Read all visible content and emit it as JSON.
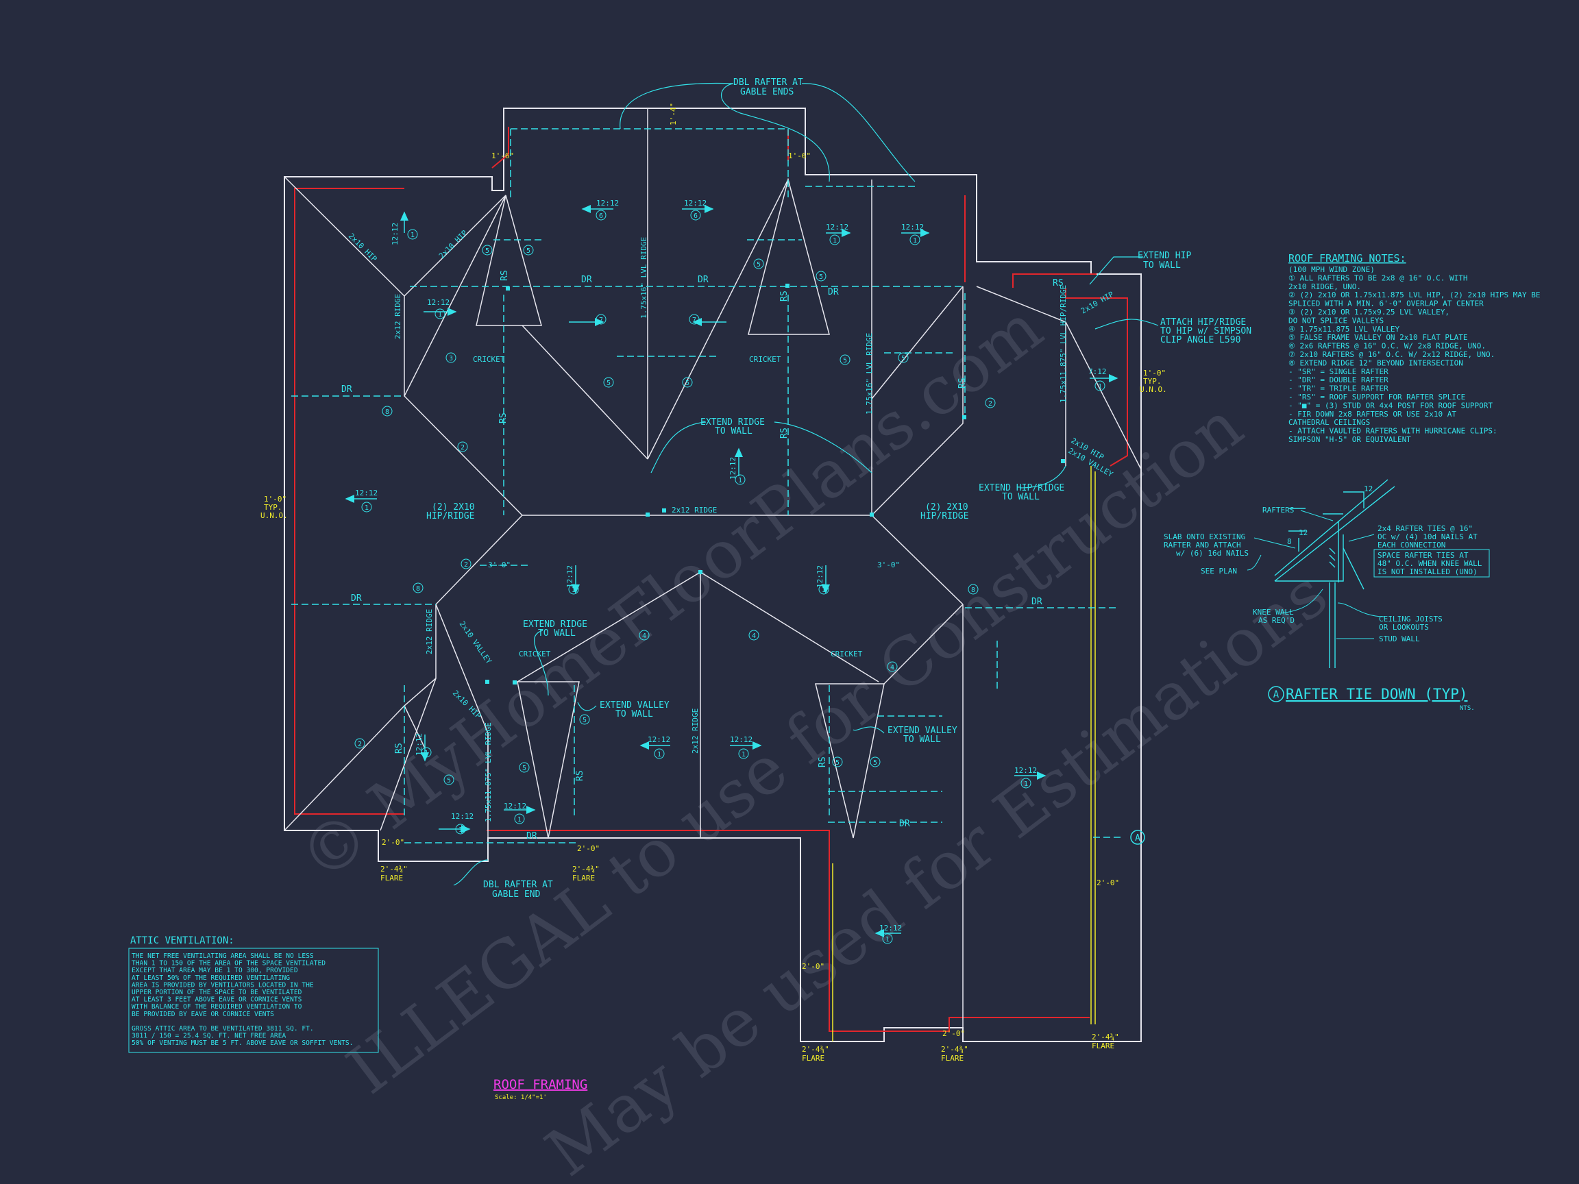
{
  "drawing": {
    "title": "ROOF FRAMING",
    "scale": "Scale: 1/4\"=1'",
    "colors": {
      "background": "#262b3e",
      "walls": "#e6e6ee",
      "framing": "#33e3ea",
      "bearing": "#e2262c",
      "dimension": "#f2ee2a",
      "title": "#f23be8"
    }
  },
  "watermark": {
    "line1": "© MyHomeFloorPlans.com",
    "line2": "ILLEGAL to use for Construction",
    "line3": "May be used for Estimations"
  },
  "labels": {
    "dbl_rafter_gable_ends": [
      "DBL RAFTER AT",
      "GABLE ENDS"
    ],
    "dbl_rafter_gable_end": [
      "DBL RAFTER AT",
      "GABLE END"
    ],
    "extend_hip_to_wall": [
      "EXTEND HIP",
      "TO WALL"
    ],
    "attach_hip_ridge": [
      "ATTACH HIP/RIDGE",
      "TO HIP w/ SIMPSON",
      "CLIP ANGLE L590"
    ],
    "extend_hip_ridge_to_wall": [
      "EXTEND HIP/RIDGE",
      "TO WALL"
    ],
    "extend_ridge_to_wall": [
      "EXTEND RIDGE",
      "TO WALL"
    ],
    "extend_valley_to_wall": [
      "EXTEND VALLEY",
      "TO WALL"
    ],
    "hip_ridge_2x10": [
      "(2) 2X10",
      "HIP/RIDGE"
    ],
    "typ_uno": [
      "1'-0\"",
      "TYP.",
      "U.N.O."
    ],
    "cricket": "CRICKET",
    "dr": "DR",
    "rs": "RS",
    "pitch_12_12": "12:12",
    "pitch_7_12": "7:12",
    "ridge_2x12": "2x12 RIDGE",
    "ridge_2x12_v": "2x12 RIDGE",
    "hip_2x10": "2x10 HIP",
    "valley_2x10": "2x10 VALLEY",
    "lvl_ridge": "1.75x16\" LVL RIDGE",
    "lvl_ridge_2": "1.75x16\" LVL RIDGE",
    "lvl_ridge_3": "1.75x11.875\" LVL RIDGE",
    "lvl_hip_ridge": "1.75x11.875\" LVL HIP/RIDGE",
    "grid_a": "A",
    "dims": {
      "d1_6": "1'-6\"",
      "d1_4": "1'-4\"",
      "d3_0": "3'-0\"",
      "d2_0": "2'-0\"",
      "d2_4": "2'-4¾\"",
      "flare": "FLARE"
    },
    "circled": [
      "1",
      "2",
      "3",
      "4",
      "5",
      "6",
      "7",
      "8"
    ]
  },
  "roof_notes": {
    "title": "ROOF FRAMING NOTES:",
    "lines": [
      "(100 MPH WIND ZONE)",
      "① ALL RAFTERS TO BE 2x8 @ 16\" O.C. WITH",
      "   2x10 RIDGE, UNO.",
      "② (2) 2x10 OR 1.75x11.875 LVL HIP, (2) 2x10 HIPS MAY BE",
      "   SPLICED WITH A MIN. 6'-0\" OVERLAP AT CENTER",
      "③ (2) 2x10 OR 1.75x9.25 LVL VALLEY,",
      "   DO NOT SPLICE VALLEYS",
      "④ 1.75x11.875 LVL VALLEY",
      "⑤ FALSE FRAME VALLEY ON 2x10 FLAT PLATE",
      "⑥ 2x6 RAFTERS @ 16\" O.C. W/ 2x8 RIDGE, UNO.",
      "⑦ 2x10 RAFTERS @ 16\" O.C. W/ 2x12 RIDGE, UNO.",
      "⑧ EXTEND RIDGE 12\" BEYOND INTERSECTION",
      "- \"SR\" = SINGLE RAFTER",
      "- \"DR\" = DOUBLE RAFTER",
      "- \"TR\" = TRIPLE RAFTER",
      "- \"RS\" = ROOF SUPPORT FOR RAFTER SPLICE",
      "- \"■\" = (3) STUD OR 4x4 POST FOR ROOF SUPPORT",
      "- FIR DOWN 2x8 RAFTERS OR USE 2x10 AT",
      "  CATHEDRAL CEILINGS",
      "- ATTACH VAULTED RAFTERS WITH HURRICANE CLIPS:",
      "  SIMPSON \"H-5\" OR EQUIVALENT"
    ]
  },
  "detail": {
    "title": "RAFTER TIE DOWN (TYP)",
    "marker": "A",
    "nts": "NTS.",
    "pitch_top": "12",
    "pitch_side": "8",
    "pitch_base": "12",
    "rafters": "RAFTERS",
    "slab": [
      "SLAB ONTO EXISTING",
      "RAFTER AND ATTACH",
      "w/ (6) 16d NAILS"
    ],
    "see_plan": "SEE PLAN",
    "ties": [
      "2x4 RAFTER TIES @ 16\"",
      "OC w/ (4) 10d NAILS AT",
      "EACH CONNECTION"
    ],
    "space": [
      "SPACE RAFTER TIES AT",
      "48\" O.C. WHEN KNEE WALL",
      "IS NOT INSTALLED (UNO)"
    ],
    "knee": [
      "KNEE WALL",
      "AS REQ'D"
    ],
    "ceiling": [
      "CEILING JOISTS",
      "OR LOOKOUTS"
    ],
    "stud": "STUD WALL"
  },
  "attic": {
    "title": "ATTIC VENTILATION:",
    "lines": [
      "THE NET FREE VENTILATING AREA SHALL BE NO LESS",
      "THAN 1 TO 150 OF THE AREA OF THE SPACE VENTILATED",
      "EXCEPT THAT AREA MAY BE 1 TO 300, PROVIDED",
      "AT LEAST 50% OF THE REQUIRED VENTILATING",
      "AREA IS PROVIDED BY VENTILATORS LOCATED IN THE",
      "UPPER PORTION OF THE SPACE TO BE VENTILATED",
      "AT LEAST 3 FEET ABOVE EAVE OR CORNICE VENTS",
      "WITH BALANCE OF THE REQUIRED VENTILATION TO",
      "BE PROVIDED BY EAVE OR CORNICE VENTS",
      "",
      "GROSS ATTIC AREA TO BE VENTILATED 3811 SQ. FT.",
      "3811 / 150 = 25.4 SQ. FT. NET FREE AREA",
      "50% OF VENTING MUST BE 5 FT. ABOVE EAVE OR SOFFIT VENTS."
    ]
  }
}
